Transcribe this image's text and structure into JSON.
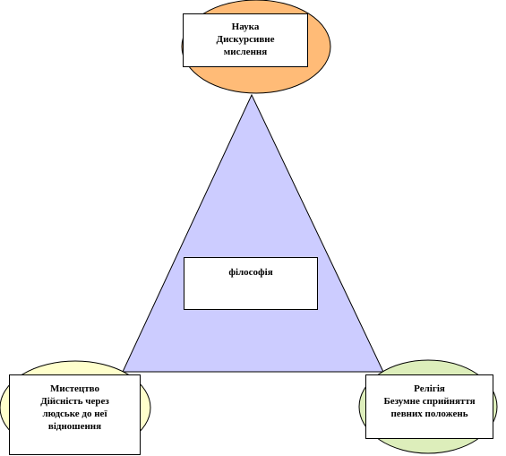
{
  "colors": {
    "triangle_fill": "#ccccff",
    "top_ellipse_fill": "#ffbb77",
    "left_ellipse_fill": "#ffffcc",
    "right_ellipse_fill": "#ddeebb",
    "stroke": "#000000"
  },
  "top_node": {
    "line1": "Наука",
    "line2": "Дискурсивне",
    "line3": "мислення"
  },
  "center_node": {
    "label": "філософія"
  },
  "left_node": {
    "line1": "Мистецтво",
    "line2": "Дійсність через",
    "line3": "людське до неї",
    "line4": "відношення"
  },
  "right_node": {
    "line1": "Релігія",
    "line2": "Безумне сприйняття",
    "line3": "певних положень"
  }
}
